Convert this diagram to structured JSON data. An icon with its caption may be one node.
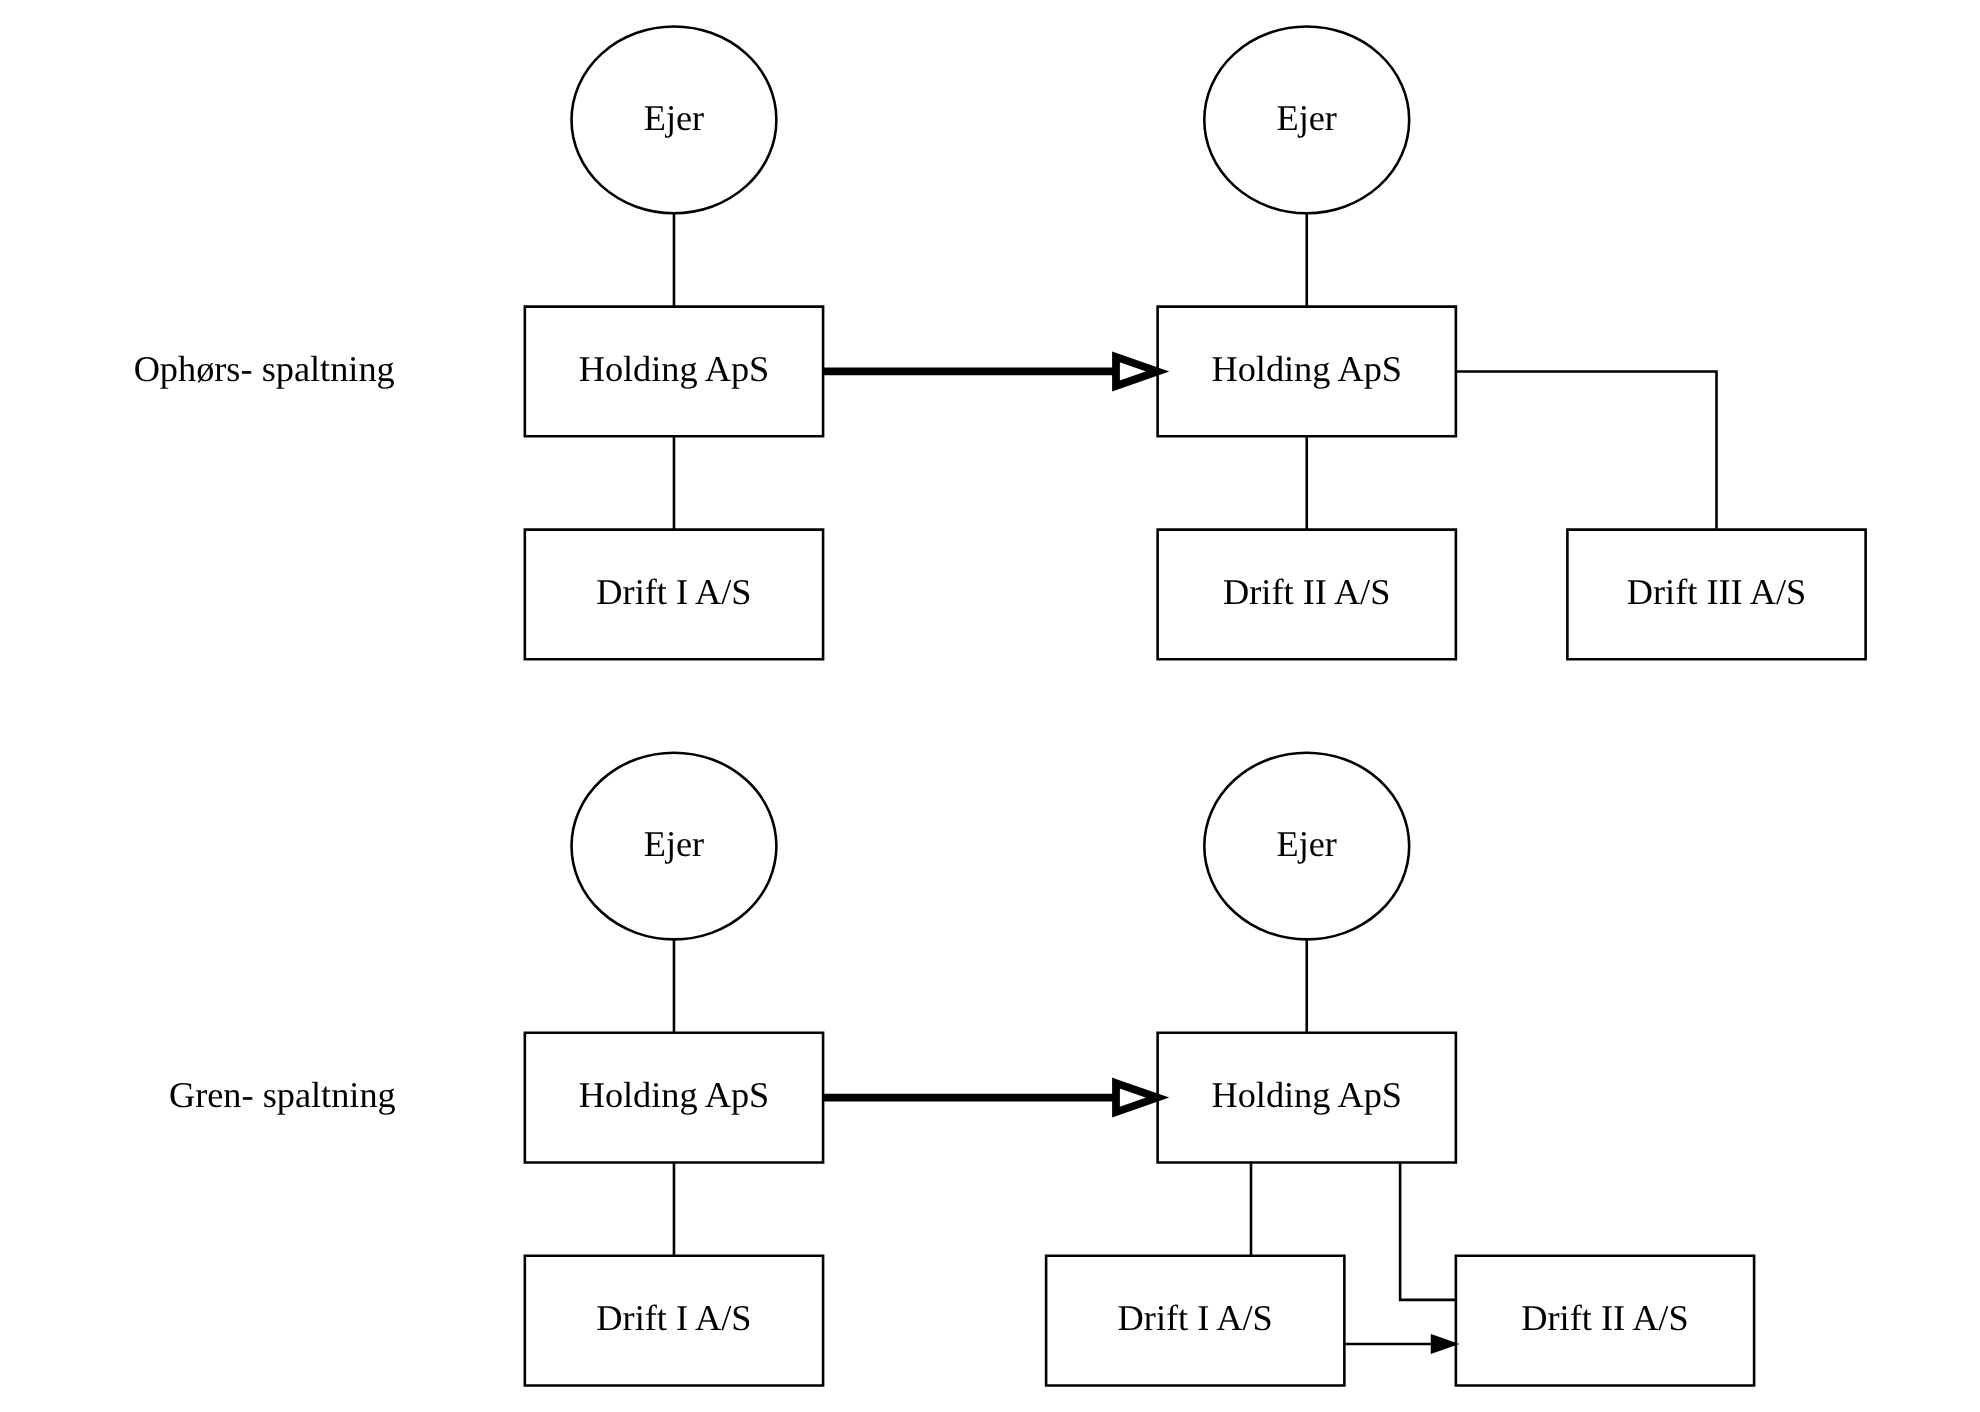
{
  "diagram": {
    "nodes": [
      {
        "text": [
          "Ejer"
        ]
      },
      {
        "text": [
          "Holding ApS"
        ]
      },
      {
        "text": [
          "Drift I A/S"
        ]
      },
      {
        "text": [
          "Ejer"
        ]
      },
      {
        "text": [
          "Holding ApS"
        ]
      },
      {
        "text": [
          "Drift II A/S"
        ]
      },
      {
        "text": [
          "Drift III A/S"
        ]
      },
      {
        "text": [
          "Ejer"
        ]
      },
      {
        "text": [
          "Holding ApS"
        ]
      },
      {
        "text": [
          "Drift I A/S"
        ]
      },
      {
        "text": [
          "Ejer"
        ]
      },
      {
        "text": [
          "Holding ApS"
        ]
      },
      {
        "text": [
          "Drift I A/S"
        ]
      },
      {
        "text": [
          "Drift II A/S"
        ]
      }
    ],
    "edges": [
      {
        "from": 0,
        "to": 1,
        "arrow": "none"
      },
      {
        "from": 1,
        "to": 2,
        "arrow": "none"
      },
      {
        "from": 1,
        "to": 4,
        "arrow": "to",
        "style": "thick"
      },
      {
        "from": 3,
        "to": 4,
        "arrow": "none"
      },
      {
        "from": 4,
        "to": 5,
        "arrow": "none"
      },
      {
        "from": 4,
        "to": 6,
        "arrow": "none"
      },
      {
        "from": 7,
        "to": 8,
        "arrow": "none"
      },
      {
        "from": 8,
        "to": 9,
        "arrow": "none"
      },
      {
        "from": 8,
        "to": 11,
        "arrow": "to",
        "style": "thick"
      },
      {
        "from": 10,
        "to": 11,
        "arrow": "none"
      },
      {
        "from": 11,
        "to": 12,
        "arrow": "none"
      },
      {
        "from": 11,
        "to": 13,
        "arrow": "none"
      },
      {
        "from": 12,
        "to": 13,
        "arrow": "to"
      }
    ],
    "labels": [
      "Ophørs- spaltning",
      "Gren- spaltning"
    ]
  }
}
